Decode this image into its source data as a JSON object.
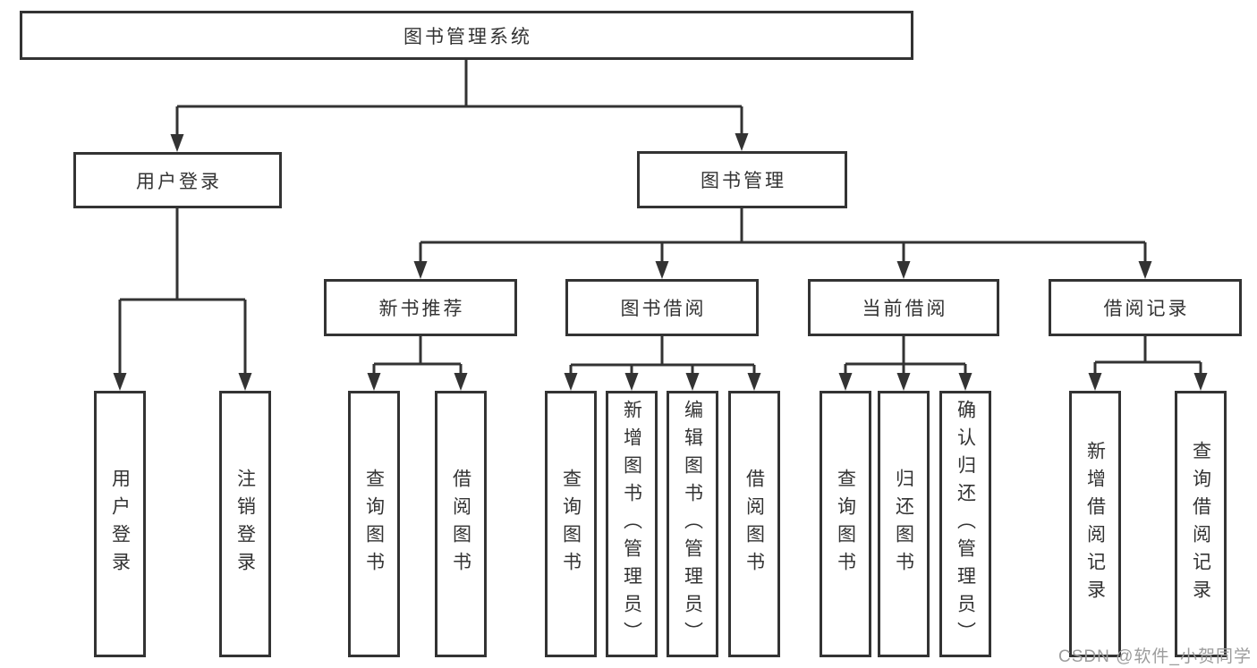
{
  "diagram": {
    "type": "tree",
    "watermark": "CSDN @软件_小贺同学",
    "colors": {
      "line": "#333333",
      "text": "#333333",
      "background": "#ffffff",
      "watermark": "#9c9c9c"
    },
    "nodes": {
      "root": "图书管理系统",
      "user_login": "用户登录",
      "book_mgmt": "图书管理",
      "new_book_rec": "新书推荐",
      "book_borrow": "图书借阅",
      "current_borrow": "当前借阅",
      "borrow_records": "借阅记录",
      "ul_login": "用户登录",
      "ul_logout": "注销登录",
      "nbr_query": "查询图书",
      "nbr_borrow": "借阅图书",
      "bb_query": "查询图书",
      "bb_add": "新增图书（管理员）",
      "bb_edit": "编辑图书（管理员）",
      "bb_borrow": "借阅图书",
      "cb_query": "查询图书",
      "cb_return": "归还图书",
      "cb_confirm": "确认归还（管理员）",
      "br_add": "新增借阅记录",
      "br_query": "查询借阅记录"
    },
    "hierarchy": {
      "root": [
        "user_login",
        "book_mgmt"
      ],
      "user_login": [
        "ul_login",
        "ul_logout"
      ],
      "book_mgmt": [
        "new_book_rec",
        "book_borrow",
        "current_borrow",
        "borrow_records"
      ],
      "new_book_rec": [
        "nbr_query",
        "nbr_borrow"
      ],
      "book_borrow": [
        "bb_query",
        "bb_add",
        "bb_edit",
        "bb_borrow"
      ],
      "current_borrow": [
        "cb_query",
        "cb_return",
        "cb_confirm"
      ],
      "borrow_records": [
        "br_add",
        "br_query"
      ]
    }
  }
}
